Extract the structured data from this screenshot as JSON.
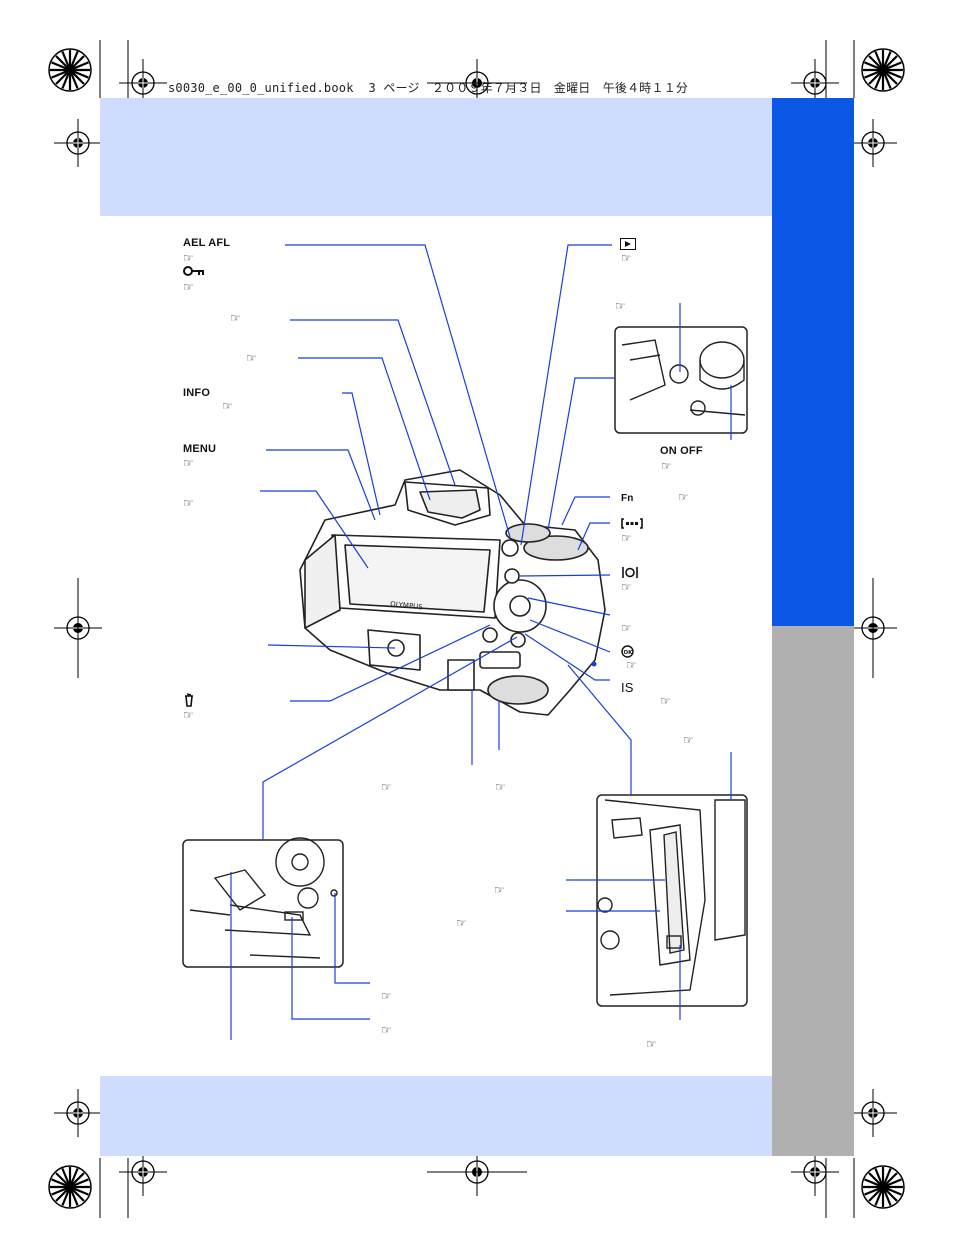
{
  "header": {
    "filename": "s0030_e_00_0_unified.book",
    "page_info": "3 ページ　２００９年７月３日　金曜日　午後４時１１分"
  },
  "labels": {
    "ael_afl": "AEL AFL",
    "info": "INFO",
    "menu": "MENU",
    "on_off": "ON OFF",
    "fn": "Fn",
    "is": "IS"
  },
  "ref_glyph": "☞",
  "icons": [
    "playback-icon",
    "key-lock-icon",
    "delete-icon",
    "af-target-icon",
    "metering-icon",
    "ok-icon",
    "reference-icon"
  ],
  "colors": {
    "band": "#cfdcfd",
    "side_blue": "#0b57e6",
    "side_gray": "#b0b0b0",
    "leader": "#1a3fd8"
  }
}
